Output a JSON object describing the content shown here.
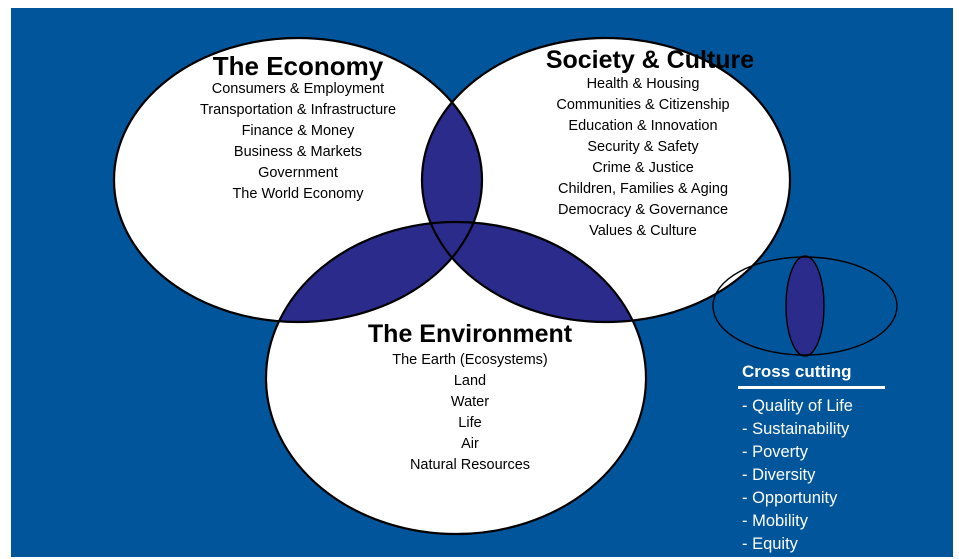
{
  "economy": {
    "title": "The Economy",
    "items": [
      "Consumers & Employment",
      "Transportation & Infrastructure",
      "Finance & Money",
      "Business & Markets",
      "Government",
      "The World Economy"
    ]
  },
  "society": {
    "title": "Society & Culture",
    "items": [
      "Health & Housing",
      "Communities & Citizenship",
      "Education & Innovation",
      "Security & Safety",
      "Crime & Justice",
      "Children, Families & Aging",
      "Democracy & Governance",
      "Values & Culture"
    ]
  },
  "environment": {
    "title": "The Environment",
    "items": [
      "The Earth (Ecosystems)",
      "Land",
      "Water",
      "Life",
      "Air",
      "Natural Resources"
    ]
  },
  "cross_cutting": {
    "title": "Cross cutting",
    "items": [
      "- Quality of Life",
      "- Sustainability",
      "- Poverty",
      "- Diversity",
      "- Opportunity",
      "- Mobility",
      "- Equity"
    ]
  },
  "colors": {
    "background": "#00559b",
    "overlap": "#2b2b8c",
    "circle_fill": "#ffffff",
    "outline": "#000000"
  }
}
